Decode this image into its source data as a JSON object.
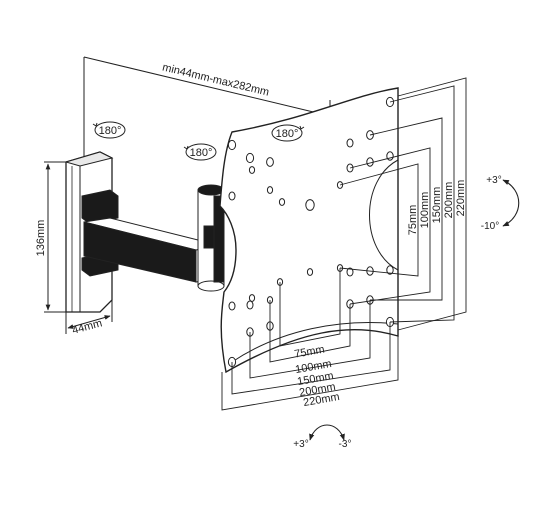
{
  "dimensions": {
    "depth_range": "min44mm-max282mm",
    "wall_plate_height": "136mm",
    "wall_plate_width": "44mm",
    "vesa_horizontal": [
      "75mm",
      "100mm",
      "150mm",
      "200mm",
      "220mm"
    ],
    "vesa_vertical": [
      "75mm",
      "100mm",
      "150mm",
      "200mm",
      "220mm"
    ]
  },
  "rotation": {
    "wall_swivel": "180°",
    "arm_swivel": "180°",
    "plate_swivel": "180°"
  },
  "tilt": {
    "vertical_up": "+3°",
    "vertical_down": "-10°",
    "horizontal_left": "+3°",
    "horizontal_right": "-3°"
  },
  "colors": {
    "line": "#222222",
    "fill_dark": "#1a1a1a",
    "fill_light": "#ffffff"
  }
}
